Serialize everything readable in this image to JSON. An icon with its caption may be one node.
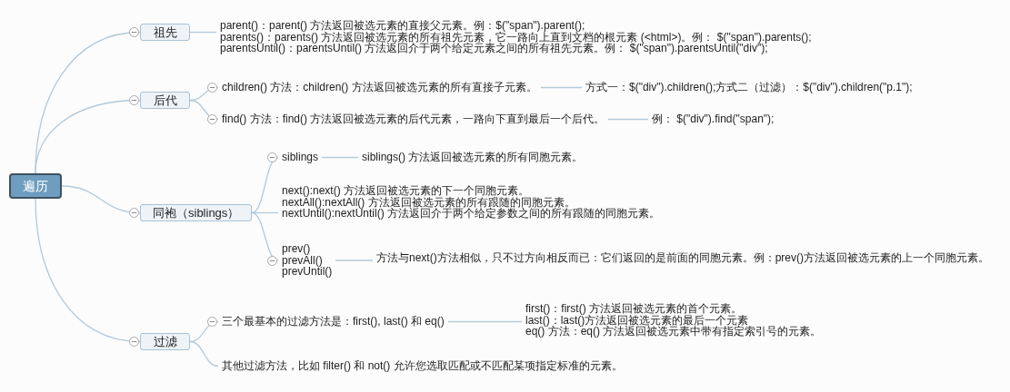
{
  "diagram": {
    "nodes": [
      {
        "text": [
          "遍历"
        ]
      },
      {
        "text": [
          "祖先"
        ]
      },
      {
        "text": [
          "parent()：parent() 方法返回被选元素的直接父元素。例：$(\"span\").parent();",
          "parents()：parents() 方法返回被选元素的所有祖先元素，它一路向上直到文档的根元素 (<html>)。例： $(\"span\").parents();",
          "parentsUntil()：parentsUntil() 方法返回介于两个给定元素之间的所有祖先元素。例： $(\"span\").parentsUntil(\"div\");"
        ]
      },
      {
        "text": [
          "后代"
        ]
      },
      {
        "text": [
          "children() 方法：children() 方法返回被选元素的所有直接子元素。"
        ]
      },
      {
        "text": [
          "方式一：$(\"div\").children();方式二（过滤）：$(\"div\").children(\"p.1\");"
        ]
      },
      {
        "text": [
          "find() 方法：find() 方法返回被选元素的后代元素，一路向下直到最后一个后代。"
        ]
      },
      {
        "text": [
          "例： $(\"div\").find(\"span\");"
        ]
      },
      {
        "text": [
          "同袍（siblings）"
        ]
      },
      {
        "text": [
          "siblings"
        ]
      },
      {
        "text": [
          "siblings() 方法返回被选元素的所有同胞元素。"
        ]
      },
      {
        "text": [
          "next():next() 方法返回被选元素的下一个同胞元素。",
          "nextAll():nextAll() 方法返回被选元素的所有跟随的同胞元素。",
          "nextUntil():nextUntil() 方法返回介于两个给定参数之间的所有跟随的同胞元素。"
        ]
      },
      {
        "text": [
          "prev()",
          "prevAll()",
          "prevUntil()"
        ]
      },
      {
        "text": [
          "方法与next()方法相似，只不过方向相反而已：它们返回的是前面的同胞元素。例：prev()方法返回被选元素的上一个同胞元素。"
        ]
      },
      {
        "text": [
          "过滤"
        ]
      },
      {
        "text": [
          "三个最基本的过滤方法是：first(), last() 和 eq()"
        ]
      },
      {
        "text": [
          "first()：first() 方法返回被选元素的首个元素。",
          "last()：last()方法返回被选元素的最后一个元素",
          "eq() 方法：eq() 方法返回被选元素中带有指定索引号的元素。"
        ]
      },
      {
        "text": [
          "其他过滤方法，比如 filter() 和 not() 允许您选取匹配或不匹配某项指定标准的元素。"
        ]
      }
    ],
    "edges": [
      {
        "from": 0,
        "to": 1,
        "arrow": "none"
      },
      {
        "from": 0,
        "to": 3,
        "arrow": "none"
      },
      {
        "from": 0,
        "to": 8,
        "arrow": "none"
      },
      {
        "from": 0,
        "to": 14,
        "arrow": "none"
      },
      {
        "from": 1,
        "to": 2,
        "arrow": "none"
      },
      {
        "from": 3,
        "to": 4,
        "arrow": "none"
      },
      {
        "from": 4,
        "to": 5,
        "arrow": "none"
      },
      {
        "from": 3,
        "to": 6,
        "arrow": "none"
      },
      {
        "from": 6,
        "to": 7,
        "arrow": "none"
      },
      {
        "from": 8,
        "to": 9,
        "arrow": "none"
      },
      {
        "from": 9,
        "to": 10,
        "arrow": "none"
      },
      {
        "from": 8,
        "to": 11,
        "arrow": "none"
      },
      {
        "from": 8,
        "to": 12,
        "arrow": "none"
      },
      {
        "from": 12,
        "to": 13,
        "arrow": "none"
      },
      {
        "from": 14,
        "to": 15,
        "arrow": "none"
      },
      {
        "from": 15,
        "to": 16,
        "arrow": "none"
      },
      {
        "from": 14,
        "to": 17,
        "arrow": "none"
      }
    ]
  }
}
